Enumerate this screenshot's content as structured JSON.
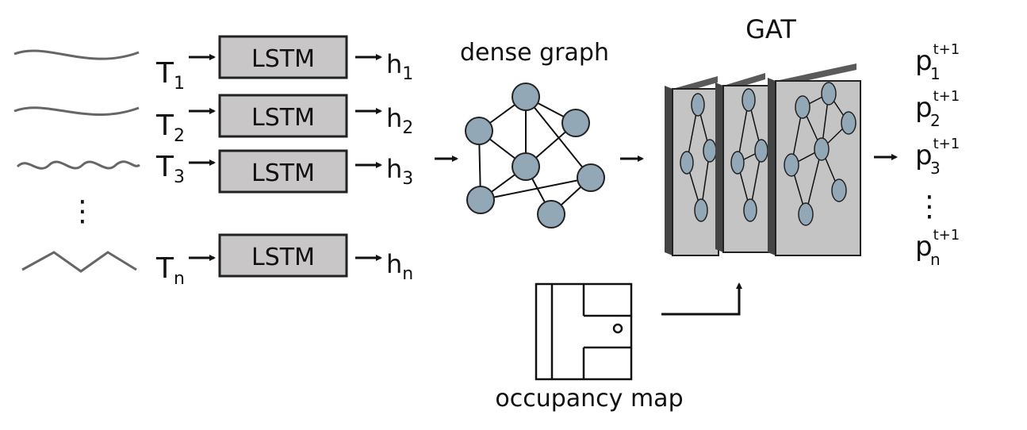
{
  "rows": [
    {
      "t": "T",
      "t_sub": "1",
      "box": "LSTM",
      "h": "h",
      "h_sub": "1"
    },
    {
      "t": "T",
      "t_sub": "2",
      "box": "LSTM",
      "h": "h",
      "h_sub": "2"
    },
    {
      "t": "T",
      "t_sub": "3",
      "box": "LSTM",
      "h": "h",
      "h_sub": "3"
    },
    {
      "t": "T",
      "t_sub": "n",
      "box": "LSTM",
      "h": "h",
      "h_sub": "n"
    }
  ],
  "ellipsis": "⋮",
  "graph_label": "dense graph",
  "gat_label": "GAT",
  "map_label": "occupancy map",
  "outputs": [
    {
      "p": "p",
      "sup": "t+1",
      "sub": "1"
    },
    {
      "p": "p",
      "sup": "t+1",
      "sub": "2"
    },
    {
      "p": "p",
      "sup": "t+1",
      "sub": "3"
    },
    {
      "p": "p",
      "sup": "t+1",
      "sub": "n"
    }
  ],
  "colors": {
    "node_fill": "#93a8b7",
    "box_fill": "#c8c6c7",
    "panel_fill": "#c4c4c4"
  }
}
